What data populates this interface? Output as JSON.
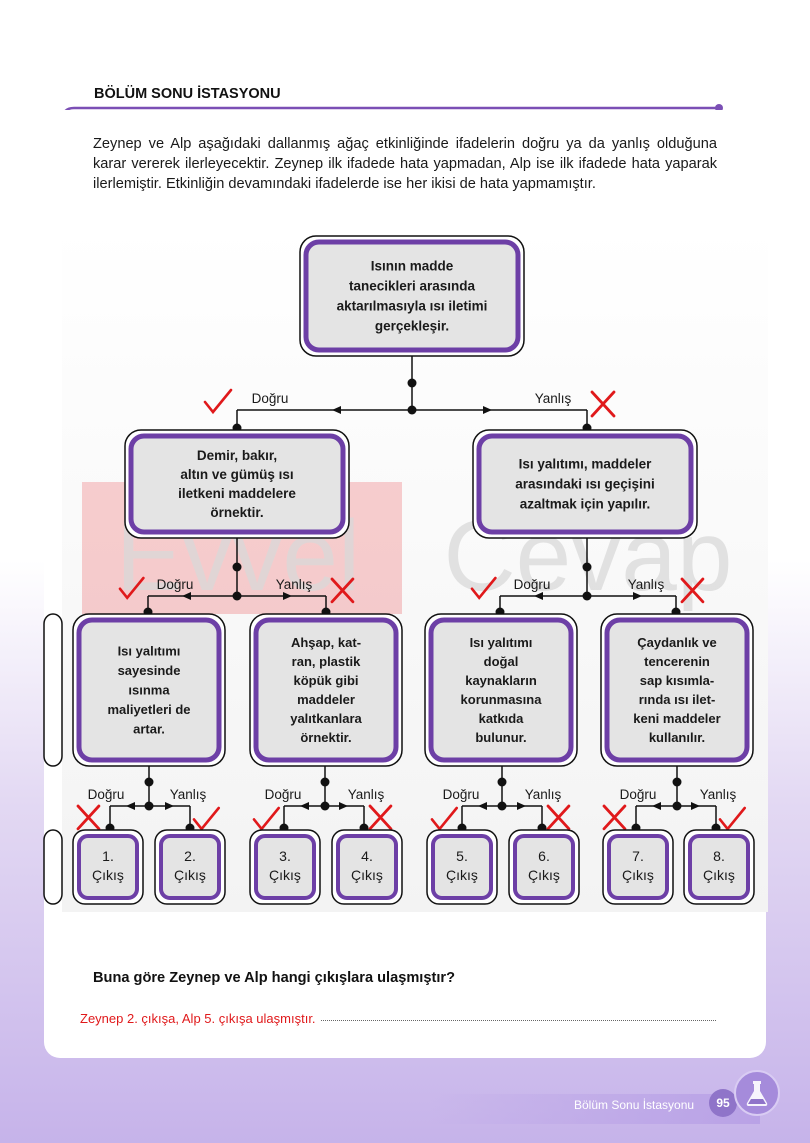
{
  "header": {
    "section_title": "BÖLÜM SONU İSTASYONU"
  },
  "intro": {
    "text": "Zeynep ve Alp aşağıdaki dallanmış ağaç etkinliğinde ifadelerin doğru ya da yanlış olduğuna karar vererek ilerleyecektir. Zeynep ilk ifadede hata yapmadan, Alp ise ilk ifadede hata yaparak ilerlemiştir. Etkinliğin devamındaki ifadelerde ise her ikisi de hata yapmamıştır."
  },
  "tree": {
    "root": [
      "Isının madde",
      "tanecikleri arasında",
      "aktarılmasıyla ısı iletimi",
      "gerçekleşir."
    ],
    "branch_labels": {
      "true": "Doğru",
      "false": "Yanlış"
    },
    "level1": [
      {
        "lines": [
          "Demir, bakır,",
          "altın ve gümüş ısı",
          "iletkeni maddelere",
          "örnektir."
        ]
      },
      {
        "lines": [
          "Isı yalıtımı, maddeler",
          "arasındaki ısı geçişini",
          "azaltmak için yapılır."
        ]
      }
    ],
    "level2": [
      {
        "lines": [
          "Isı yalıtımı",
          "sayesinde",
          "ısınma",
          "maliyetleri de",
          "artar."
        ]
      },
      {
        "lines": [
          "Ahşap, kat-",
          "ran, plastik",
          "köpük gibi",
          "maddeler",
          "yalıtkanlara",
          "örnektir."
        ]
      },
      {
        "lines": [
          "Isı yalıtımı",
          "doğal",
          "kaynakların",
          "korunmasına",
          "katkıda",
          "bulunur."
        ]
      },
      {
        "lines": [
          "Çaydanlık ve",
          "tencerenin",
          "sap kısımla-",
          "rında ısı ilet-",
          "keni maddeler",
          "kullanılır."
        ]
      }
    ],
    "exits": [
      {
        "number": "1.",
        "label": "Çıkış"
      },
      {
        "number": "2.",
        "label": "Çıkış"
      },
      {
        "number": "3.",
        "label": "Çıkış"
      },
      {
        "number": "4.",
        "label": "Çıkış"
      },
      {
        "number": "5.",
        "label": "Çıkış"
      },
      {
        "number": "6.",
        "label": "Çıkış"
      },
      {
        "number": "7.",
        "label": "Çıkış"
      },
      {
        "number": "8.",
        "label": "Çıkış"
      }
    ],
    "marks": {
      "root": [
        "check",
        "cross"
      ],
      "level1_left": [
        "check",
        "cross"
      ],
      "level1_right": [
        "check",
        "cross"
      ],
      "exits": [
        "cross",
        "check",
        "check",
        "cross",
        "check",
        "cross",
        "cross",
        "check"
      ]
    },
    "watermark": "Evvel Cevap"
  },
  "question": {
    "text": "Buna göre Zeynep ve Alp hangi çıkışlara ulaşmıştır?",
    "answer": "Zeynep 2. çıkışa, Alp 5. çıkışa ulaşmıştır."
  },
  "footer": {
    "label": "Bölüm Sonu İstasyonu",
    "page_number": "95"
  },
  "colors": {
    "accent": "#7b4fb5",
    "box_border": "#6d3fa6",
    "box_fill": "#e4e4e4",
    "mark_red": "#e0191b",
    "watermark_red": "#e8292c"
  }
}
